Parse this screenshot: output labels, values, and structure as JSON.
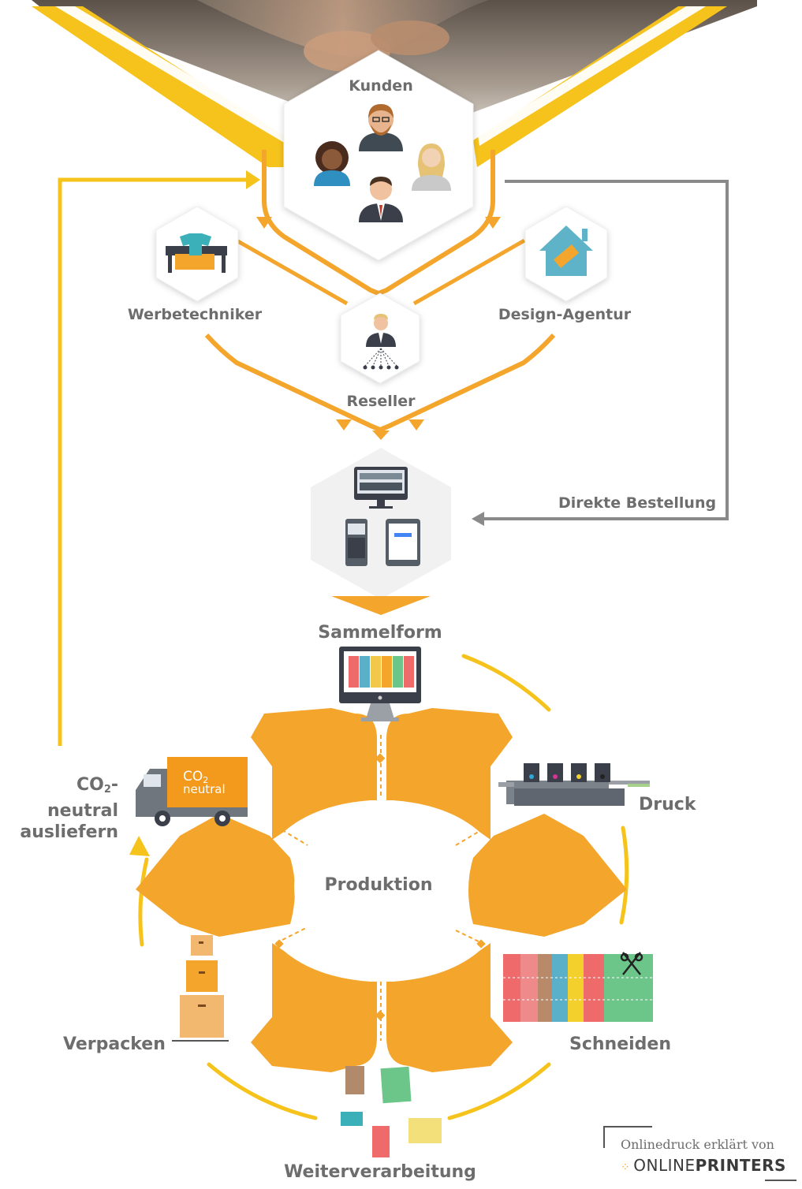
{
  "colors": {
    "orange": "#f3a52c",
    "yellow": "#f6c31c",
    "gray_line": "#8a8a8a",
    "label_gray": "#6d6d6d"
  },
  "nodes": {
    "kunden": "Kunden",
    "werbetechniker": "Werbetechniker",
    "design_agentur": "Design-Agentur",
    "reseller": "Reseller",
    "direkte_bestellung": "Direkte Bestellung",
    "sammelform": "Sammelform",
    "produktion": "Produktion",
    "druck": "Druck",
    "schneiden": "Schneiden",
    "weiterverarbeitung": "Weiterverarbeitung",
    "verpacken": "Verpacken",
    "co2_line1_main": "CO",
    "co2_line1_sub": "2",
    "co2_line1_rest": "-neutral",
    "co2_line2": "ausliefern",
    "truck_label_main": "CO",
    "truck_label_sub": "2",
    "truck_label_line2": "neutral"
  },
  "branding": {
    "tagline": "Onlinedruck erklärt von",
    "name_light": "ONLINE",
    "name_bold": "PRINTERS"
  },
  "icons": {
    "people": "people-group-icon",
    "printer": "large-format-printer-icon",
    "house": "house-icon",
    "reseller": "reseller-person-icon",
    "devices": "devices-icon",
    "monitor": "sammelform-monitor-icon",
    "press": "printing-press-icon",
    "cut": "scissors-icon",
    "boxes": "boxes-icon",
    "truck": "truck-icon",
    "products": "print-products-icon"
  }
}
